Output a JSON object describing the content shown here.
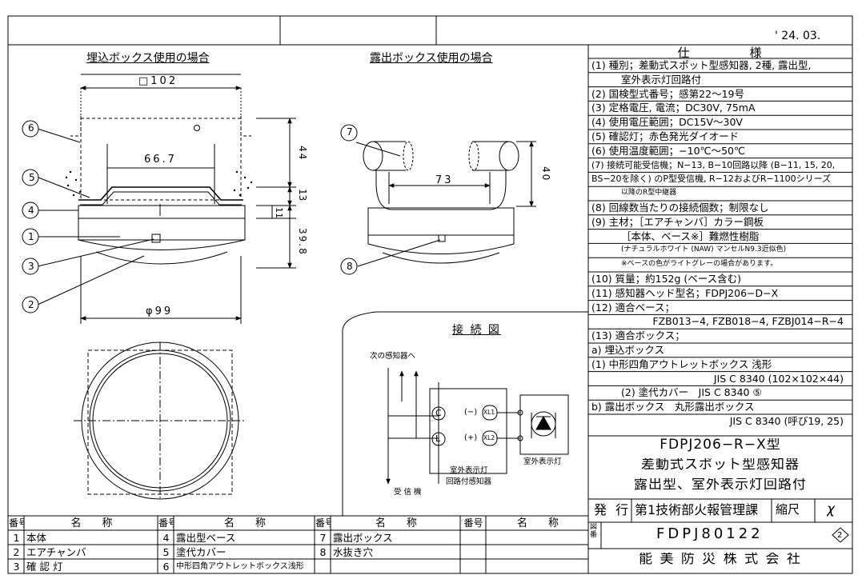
{
  "header": {
    "date": "' 24. 03."
  },
  "drawing": {
    "left_title": "埋込ボックス使用の場合",
    "right_title": "露出ボックス使用の場合",
    "dim_box": "□102",
    "dim_667": "66.7",
    "dim_44": "44",
    "dim_13": "13",
    "dim_11": "11",
    "dim_398": "39.8",
    "dim_phi99": "φ99",
    "dim_73": "73",
    "dim_40": "40",
    "callouts": [
      "1",
      "2",
      "3",
      "4",
      "5",
      "6",
      "7",
      "8"
    ]
  },
  "wiring": {
    "title": "接 続 図",
    "to_next": "次の感知器へ",
    "term_c": "C",
    "term_l": "L",
    "minus": "(−)",
    "plus": "(+)",
    "xl1": "XL1",
    "xl2": "XL2",
    "lamp": "室外表示灯",
    "detector": [
      "室外表示灯",
      "回路付感知器"
    ],
    "receiver": "受 信 機"
  },
  "spec": {
    "heading": "仕　　　　　様",
    "rows": [
      "(1) 種別；差動式スポット型感知器, 2種, 露出型,",
      "室外表示灯回路付",
      "(2) 国検型式番号；感第22〜19号",
      "(3) 定格電圧, 電流；DC30V, 75mA",
      "(4) 使用電圧範囲；DC15V〜30V",
      "(5) 確認灯；赤色発光ダイオード",
      "(6) 使用温度範囲；−10℃〜50℃",
      "(7) 接続可能受信機；N−13, B−10回路以降 (B−11, 15, 20,",
      "BS−20を除く) のP型受信機, R−12およびR−1100シリーズ",
      "以降のR型中継器",
      "(8) 回線数当たりの接続個数；制限なし",
      "(9) 主材；［エアチャンバ］カラー鋼板",
      "［本体、ベース※］難燃性樹脂",
      "(ナチュラルホワイト (NAW) マンセルN9.3近似色)",
      "※ベースの色がライトグレーの場合があります。",
      "(10) 質量；約152g (ベース含む)",
      "(11) 感知器ヘッド型名；FDPJ206−D−X",
      "(12) 適合ベース；",
      "FZB013−4, FZB018−4, FZBJ014−R−4",
      "(13) 適合ボックス；",
      "a) 埋込ボックス",
      "(1) 中形四角アウトレットボックス 浅形",
      "JIS C 8340 (102×102×44)",
      "(2) 塗代カバー　JIS C 8340 ⑤",
      "b) 露出ボックス　丸形露出ボックス",
      "JIS C 8340 (呼び19, 25)"
    ]
  },
  "product": {
    "model": "FDPJ206−R−X型",
    "name": "差動式スポット型感知器",
    "sub": "露出型、室外表示灯回路付"
  },
  "titleblock": {
    "issue_label": "発 行",
    "dept": "第1技術部火報管理課",
    "scale_label": "縮尺",
    "scale": "χ",
    "drawing_label": "図番",
    "drawing_no": "FDPJ80122",
    "rev": "2",
    "company": "能 美 防 災 株 式 会 社"
  },
  "parts": {
    "h_no": "番号",
    "h_name": "名　　称",
    "cols": [
      [
        {
          "no": "1",
          "name": "本体"
        },
        {
          "no": "2",
          "name": "エアチャンバ"
        },
        {
          "no": "3",
          "name": "確 認 灯"
        }
      ],
      [
        {
          "no": "4",
          "name": "露出型ベース"
        },
        {
          "no": "5",
          "name": "塗代カバー"
        },
        {
          "no": "6",
          "name": "中形四角アウトレットボックス浅形"
        }
      ],
      [
        {
          "no": "7",
          "name": "露出ボックス"
        },
        {
          "no": "8",
          "name": "水抜き穴"
        },
        {
          "no": "",
          "name": ""
        }
      ],
      [
        {
          "no": "",
          "name": ""
        },
        {
          "no": "",
          "name": ""
        },
        {
          "no": "",
          "name": ""
        }
      ]
    ]
  }
}
